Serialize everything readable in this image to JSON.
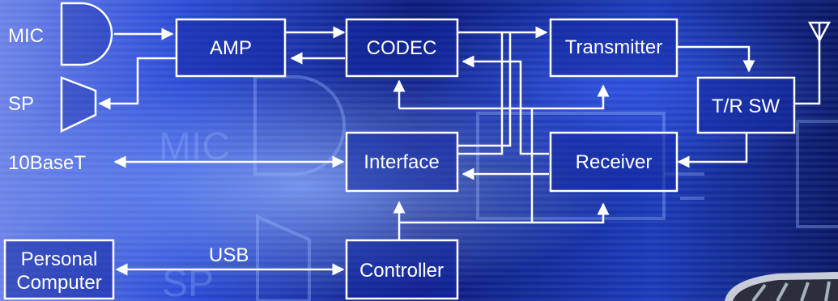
{
  "blocks": {
    "amp": "AMP",
    "codec": "CODEC",
    "transmitter": "Transmitter",
    "tr_switch": "T/R SW",
    "interface": "Interface",
    "receiver": "Receiver",
    "controller": "Controller",
    "pc_line1": "Personal",
    "pc_line2": "Computer"
  },
  "ports": {
    "mic": "MIC",
    "sp": "SP",
    "ethernet": "10BaseT",
    "usb": "USB"
  },
  "watermark": {
    "mic": "MIC",
    "sp": "SP"
  },
  "colors": {
    "background_dark": "#07145a",
    "background_mid": "#1d3fd0",
    "background_light": "#6f8cf5",
    "line": "#ffffff"
  }
}
